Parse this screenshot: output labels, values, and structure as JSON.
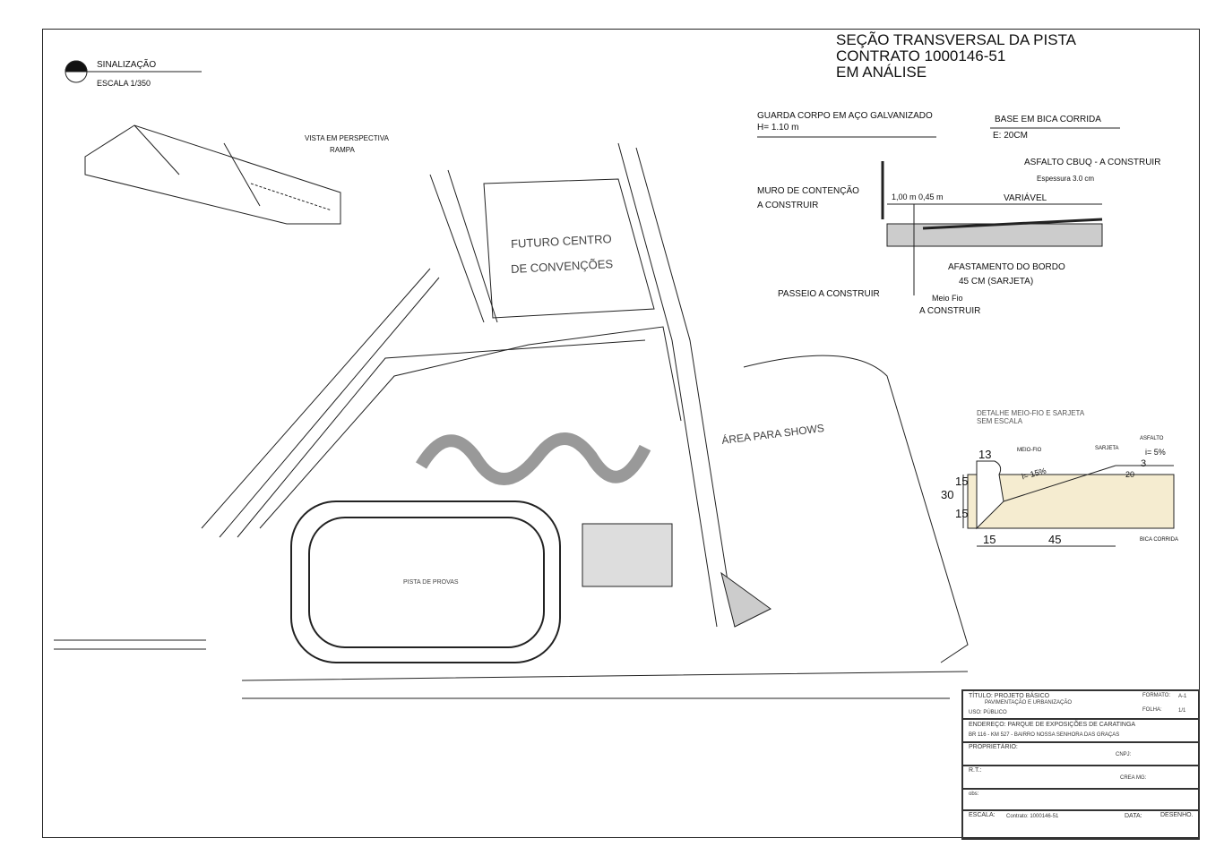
{
  "legend": {
    "title": "SINALIZAÇÃO",
    "scale": "ESCALA 1/350"
  },
  "header": {
    "line1": "SEÇÃO TRANSVERSAL DA PISTA",
    "line2": "CONTRATO 1000146-51",
    "line3": "EM ANÁLISE"
  },
  "perspective": {
    "title": "VISTA EM PERSPECTIVA",
    "subtitle": "RAMPA"
  },
  "section": {
    "guard": "GUARDA CORPO EM AÇO GALVANIZADO",
    "guard_h": "H= 1.10 m",
    "base": "BASE EM BICA CORRIDA",
    "base_e": "E: 20CM",
    "asphalt": "ASFALTO CBUQ - A CONSTRUIR",
    "asphalt_e": "Espessura 3.0 cm",
    "wall": "MURO DE CONTENÇÃO",
    "wall2": "A CONSTRUIR",
    "dims": "1,00 m  0,45 m",
    "variable": "VARIÁVEL",
    "offset": "AFASTAMENTO DO BORDO",
    "offset2": "45 CM (SARJETA)",
    "sidewalk": "PASSEIO A CONSTRUIR",
    "curb": "Meio Fio",
    "curb2": "A CONSTRUIR"
  },
  "detail": {
    "title": "DETALHE MEIO-FIO E SARJETA",
    "subtitle": "SEM ESCALA",
    "meio_fio": "MEIO-FIO",
    "sarjeta": "SARJETA",
    "asfalto": "ASFALTO",
    "slope1": "i= 15%",
    "slope2": "i= 5%",
    "bica": "BICA CORRIDA",
    "d13": "13",
    "d15a": "15",
    "d15b": "15",
    "d30": "30",
    "d15c": "15",
    "d45": "45",
    "d3": "3",
    "d20": "20"
  },
  "plan": {
    "convention": "FUTURO CENTRO",
    "convention2": "DE CONVENÇÕES",
    "shows": "ÁREA PARA SHOWS",
    "track": "PISTA DE PROVAS"
  },
  "titleblock": {
    "title": "TÍTULO: PROJETO BÁSICO",
    "title2": "PAVIMENTAÇÃO E URBANIZAÇÃO",
    "use": "USO: PÚBLICO",
    "format_label": "FORMATO:",
    "format": "A-1",
    "sheet_label": "FOLHA:",
    "sheet": "1/1",
    "address": "ENDEREÇO: PARQUE DE EXPOSIÇÕES DE CARATINGA",
    "address2": "BR 116 - KM 527 - BAIRRO NOSSA SENHORA DAS GRAÇAS",
    "owner": "PROPRIETÁRIO:",
    "cnpj": "CNPJ:",
    "rt": "R.T.:",
    "crea": "CREA MG:",
    "obs": "obs:",
    "scale": "ESCALA:",
    "contract": "Contrato: 1000146-51",
    "date": "DATA:",
    "drawing": "DESENHO."
  }
}
